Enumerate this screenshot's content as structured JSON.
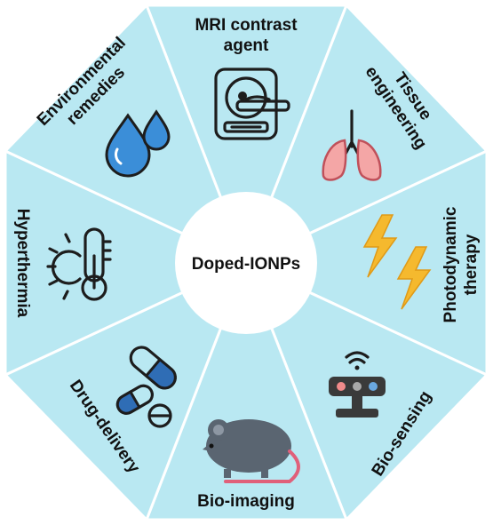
{
  "center": {
    "label": "Doped-IONPs"
  },
  "segments": [
    {
      "id": "mri",
      "lines": [
        "MRI contrast",
        "agent"
      ],
      "icon": "mri-scanner-icon"
    },
    {
      "id": "tissue",
      "lines": [
        "Tissue",
        "engineering"
      ],
      "icon": "lungs-icon"
    },
    {
      "id": "photodynamic",
      "lines": [
        "Photodynamic",
        "therapy"
      ],
      "icon": "lightning-icon"
    },
    {
      "id": "biosensing",
      "lines": [
        "Bio-sensing"
      ],
      "icon": "sensor-device-icon"
    },
    {
      "id": "bioimaging",
      "lines": [
        "Bio-imaging"
      ],
      "icon": "mouse-icon"
    },
    {
      "id": "drug",
      "lines": [
        "Drug-delivery"
      ],
      "icon": "pills-icon"
    },
    {
      "id": "hyper",
      "lines": [
        "Hyperthermia"
      ],
      "icon": "thermometer-sun-icon"
    },
    {
      "id": "env",
      "lines": [
        "Environmental",
        "remedies"
      ],
      "icon": "water-drops-icon"
    }
  ],
  "colors": {
    "segment_fill": "#b9e8f2",
    "center_fill": "#ffffff",
    "lightning": "#f5b92e",
    "lungs": "#f4a6a6",
    "pill_blue": "#2f6db5",
    "drop_blue": "#3b8ed8",
    "mouse": "#5a6571",
    "mouse_tail": "#e0607a"
  }
}
